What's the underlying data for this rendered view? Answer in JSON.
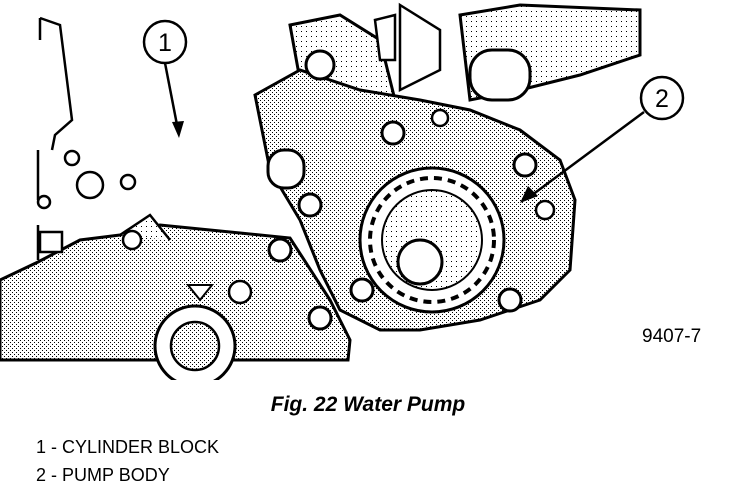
{
  "callouts": [
    {
      "number": "1"
    },
    {
      "number": "2"
    }
  ],
  "figure_id": "9407-7",
  "caption": "Fig. 22 Water Pump",
  "legend": [
    {
      "text": "1 - CYLINDER BLOCK"
    },
    {
      "text": "2 - PUMP BODY"
    }
  ]
}
